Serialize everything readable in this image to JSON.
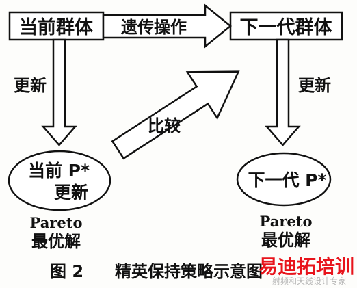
{
  "nodes": {
    "current_population": "当前群体",
    "next_population": "下一代群体",
    "current_p_star_line1": "当前 P*",
    "current_p_star_line2": "更新",
    "next_p_star": "下一代 P*",
    "pareto_left_line1": "Pareto",
    "pareto_left_line2": "最优解",
    "pareto_right_line1": "Pareto",
    "pareto_right_line2": "最优解"
  },
  "edges": {
    "genetic_operation": "遗传操作",
    "update_left": "更新",
    "update_right": "更新",
    "compare": "比较"
  },
  "caption": {
    "figure_number": "图 2",
    "title": "精英保持策略示意图"
  },
  "watermark": {
    "main": "易迪拓培训",
    "sub": "射频和天线设计专家"
  }
}
